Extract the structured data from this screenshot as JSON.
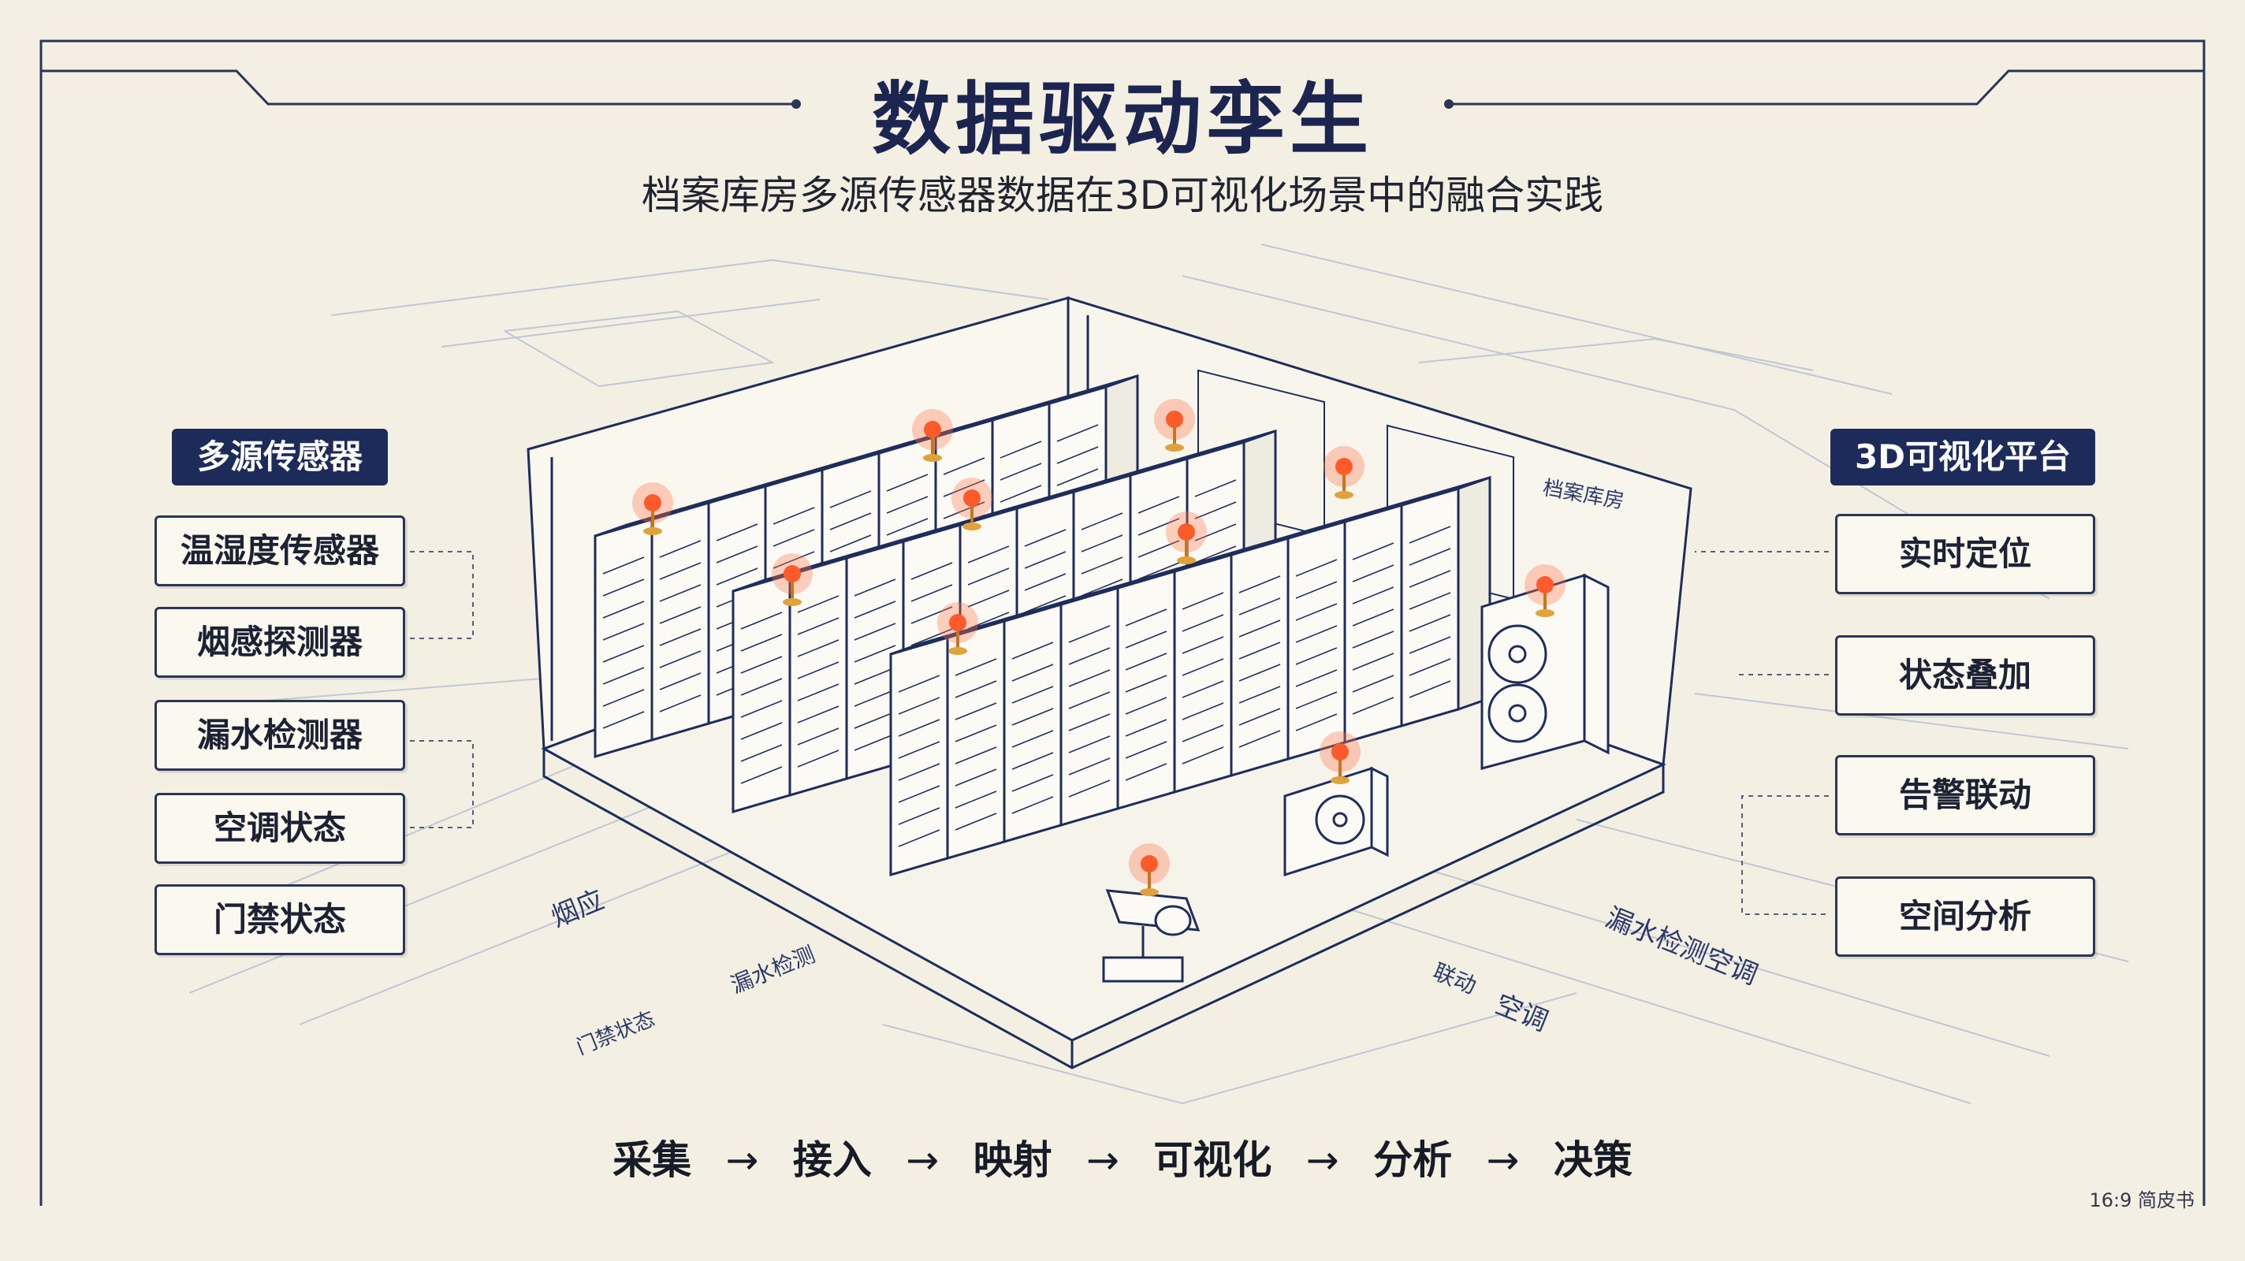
{
  "title": "数据驱动孪生",
  "subtitle": "档案库房多源传感器数据在3D可视化场景中的融合实践",
  "left_panel": {
    "heading": "多源传感器",
    "items": [
      "温湿度传感器",
      "烟感探测器",
      "漏水检测器",
      "空调状态",
      "门禁状态"
    ]
  },
  "right_panel": {
    "heading": "3D可视化平台",
    "items": [
      "实时定位",
      "状态叠加",
      "告警联动",
      "空间分析"
    ]
  },
  "flow": [
    "采集",
    "接入",
    "映射",
    "可视化",
    "分析",
    "决策"
  ],
  "flow_arrow": "→",
  "scene_labels": {
    "smoke": "烟应",
    "leak": "漏水检测",
    "access": "门禁状态",
    "leak_ac": "漏水检测空调",
    "linkage": "联动",
    "ac": "空调",
    "wall_sign": "档案库房"
  },
  "corner_note": "16:9 简皮书",
  "colors": {
    "navy": "#1d2b5a",
    "line": "#2a3558",
    "paper": "#f3efe2",
    "alarm": "#ff5a2a"
  }
}
